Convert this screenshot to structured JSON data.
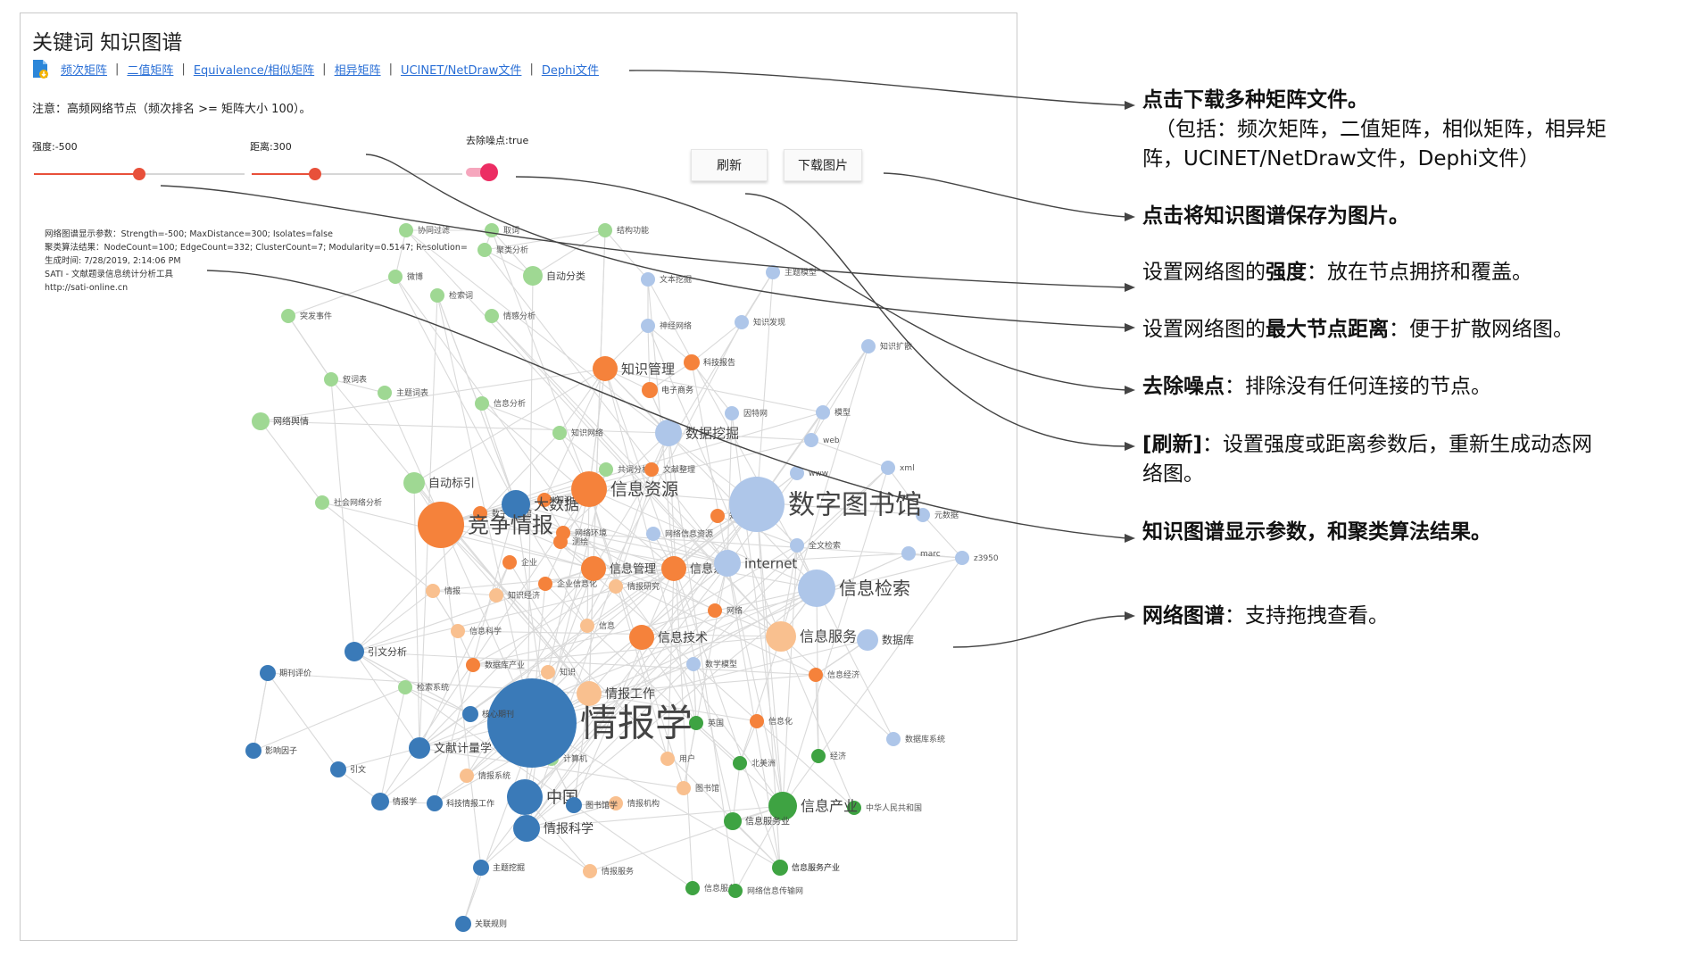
{
  "page": {
    "title": "关键词 知识图谱",
    "note": "注意：高频网络节点（频次排名 >= 矩阵大小 100）。"
  },
  "downloads": {
    "links": [
      "频次矩阵",
      "二值矩阵",
      "Equivalence/相似矩阵",
      "相异矩阵",
      "UCINET/NetDraw文件",
      "Dephi文件"
    ],
    "separator": "|"
  },
  "controls": {
    "strength": {
      "label": "强度:-500",
      "fraction": 0.5
    },
    "distance": {
      "label": "距离:300",
      "fraction": 0.3
    },
    "noise": {
      "label": "去除噪点:true",
      "on": true
    },
    "refresh_label": "刷新",
    "download_image_label": "下载图片",
    "accent_color": "#e8503a",
    "toggle_color": "#ec2d63"
  },
  "graph_info": {
    "lines": [
      "网络图谱显示参数：Strength=-500; MaxDistance=300; Isolates=false",
      "聚类算法结果：NodeCount=100; EdgeCount=332; ClusterCount=7; Modularity=0.5147; Resolution=",
      "生成时间: 7/28/2019, 2:14:06 PM",
      "SATI - 文献题录信息统计分析工具",
      "http://sati-online.cn"
    ]
  },
  "network": {
    "colors": {
      "dark_blue": "#3a7ab8",
      "orange": "#f5823b",
      "light_orange": "#f9c08f",
      "light_blue": "#aec6e9",
      "light_green": "#9fd893",
      "green": "#3ea342"
    },
    "nodes": [
      {
        "label": "情报学",
        "group": "dark_blue"
      },
      {
        "label": "中国",
        "group": "dark_blue"
      },
      {
        "label": "情报科学",
        "group": "dark_blue"
      },
      {
        "label": "文献计量学",
        "group": "dark_blue"
      },
      {
        "label": "引文分析",
        "group": "dark_blue"
      },
      {
        "label": "期刊评价",
        "group": "dark_blue"
      },
      {
        "label": "影响因子",
        "group": "dark_blue"
      },
      {
        "label": "引文",
        "group": "dark_blue"
      },
      {
        "label": "情报学",
        "group": "dark_blue"
      },
      {
        "label": "科技情报工作",
        "group": "dark_blue"
      },
      {
        "label": "主题挖掘",
        "group": "dark_blue"
      },
      {
        "label": "关联规则",
        "group": "dark_blue"
      },
      {
        "label": "大数据",
        "group": "dark_blue"
      },
      {
        "label": "核心期刊",
        "group": "dark_blue"
      },
      {
        "label": "图书馆学",
        "group": "dark_blue"
      },
      {
        "label": "竞争情报",
        "group": "orange"
      },
      {
        "label": "信息资源",
        "group": "orange"
      },
      {
        "label": "知识管理",
        "group": "orange"
      },
      {
        "label": "信息管理",
        "group": "orange"
      },
      {
        "label": "信息系统",
        "group": "orange"
      },
      {
        "label": "信息技术",
        "group": "orange"
      },
      {
        "label": "科技报告",
        "group": "orange"
      },
      {
        "label": "电子商务",
        "group": "orange"
      },
      {
        "label": "数字图书馆",
        "group": "light_blue"
      },
      {
        "label": "信息检索",
        "group": "light_blue"
      },
      {
        "label": "数据挖掘",
        "group": "light_blue"
      },
      {
        "label": "internet",
        "group": "light_blue"
      },
      {
        "label": "数据库",
        "group": "light_blue"
      },
      {
        "label": "信息服务",
        "group": "light_orange"
      },
      {
        "label": "情报工作",
        "group": "light_orange"
      },
      {
        "label": "信息产业",
        "group": "green"
      },
      {
        "label": "信息服务业",
        "group": "green"
      },
      {
        "label": "信息服务产业",
        "group": "green"
      },
      {
        "label": "自动标引",
        "group": "light_green"
      },
      {
        "label": "自动分类",
        "group": "light_green"
      },
      {
        "label": "网络舆情",
        "group": "light_green"
      }
    ]
  },
  "annotations": [
    {
      "bold": "点击下载多种矩阵文件。",
      "rest": "",
      "extra": [
        "（包括：频次矩阵，二值矩阵，相似矩阵，相异矩",
        "阵，UCINET/NetDraw文件，Dephi文件）"
      ]
    },
    {
      "bold": "点击将知识图谱保存为图片。",
      "rest": "",
      "extra": []
    },
    {
      "pre": "设置网络图的",
      "bold": "强度",
      "rest": "：放在节点拥挤和覆盖。",
      "extra": []
    },
    {
      "pre": "设置网络图的",
      "bold": "最大节点距离",
      "rest": "：便于扩散网络图。",
      "extra": []
    },
    {
      "bold": "去除噪点",
      "rest": "：排除没有任何连接的节点。",
      "extra": []
    },
    {
      "bold": "[刷新]",
      "rest": "：设置强度或距离参数后，重新生成动态网",
      "extra": [
        "络图。"
      ]
    },
    {
      "bold": "知识图谱显示参数，和聚类算法结果。",
      "rest": "",
      "extra": []
    },
    {
      "bold": "网络图谱",
      "rest": "：支持拖拽查看。",
      "extra": []
    }
  ]
}
